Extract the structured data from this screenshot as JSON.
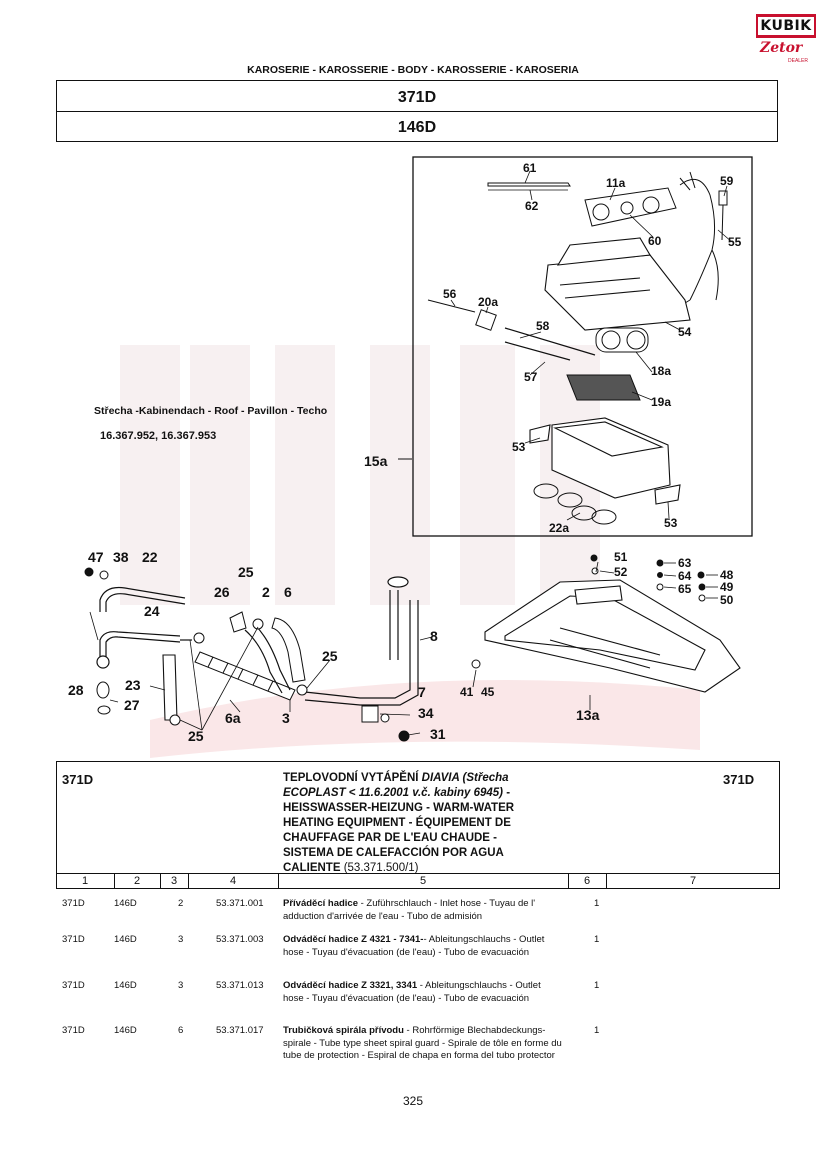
{
  "logo": {
    "brand": "KUBIK",
    "sub": "Zetor",
    "tag": "DEALER"
  },
  "header": {
    "category": "KAROSERIE - KAROSSERIE - BODY - KAROSSERIE - KAROSERIA",
    "group_code": "371D",
    "subgroup_code": "146D"
  },
  "diagram": {
    "roof_label": "Střecha -Kabinendach - Roof - Pavillon - Techo",
    "roof_numbers": "16.367.952, 16.367.953",
    "callouts": [
      "61",
      "62",
      "11a",
      "59",
      "60",
      "55",
      "56",
      "20a",
      "58",
      "54",
      "57",
      "18a",
      "19a",
      "53",
      "15a",
      "22a",
      "53",
      "47",
      "38",
      "22",
      "51",
      "52",
      "63",
      "64",
      "65",
      "48",
      "49",
      "50",
      "25",
      "26",
      "2",
      "6",
      "24",
      "8",
      "25",
      "28",
      "23",
      "27",
      "6a",
      "3",
      "7",
      "34",
      "31",
      "25",
      "41",
      "45",
      "13a"
    ]
  },
  "description": {
    "code_left": "371D",
    "code_right": "371D",
    "line1": "TEPLOVODNÍ VYTÁPĚNÍ",
    "line1_italic": "DIAVIA (Střecha",
    "line2": "ECOPLAST < 11.6.2001 v.č. kabiny 6945)",
    "line2_suffix": " -",
    "line3": "HEISSWASSER-HEIZUNG - WARM-WATER",
    "line4": "HEATING EQUIPMENT - ÉQUIPEMENT DE",
    "line5": "CHAUFFAGE PAR DE L'EAU CHAUDE -",
    "line6": "SISTEMA DE CALEFACCIÓN POR AGUA",
    "line7": "CALIENTE",
    "line7_ref": "(53.371.500/1)"
  },
  "columns": [
    "1",
    "2",
    "3",
    "4",
    "5",
    "6",
    "7"
  ],
  "rows": [
    {
      "group": "371D",
      "sub": "146D",
      "pos": "2",
      "part": "53.371.001",
      "name": "Příváděcí hadice",
      "desc": " - Zuführschlauch - Inlet hose - Tuyau de l' adduction d'arrivée de l'eau - Tubo de admisión",
      "qty": "1"
    },
    {
      "group": "371D",
      "sub": "146D",
      "pos": "3",
      "part": "53.371.003",
      "name": "Odváděcí hadice Z 4321 - 7341-",
      "desc": "- Ableitungschlauchs - Outlet hose - Tuyau d'évacuation (de l'eau) - Tubo de evacuación",
      "qty": "1"
    },
    {
      "group": "371D",
      "sub": "146D",
      "pos": "3",
      "part": "53.371.013",
      "name": "Odváděcí hadice Z 3321, 3341",
      "desc": " - Ableitungschlauchs - Outlet hose - Tuyau d'évacuation (de l'eau) - Tubo de evacuación",
      "qty": "1"
    },
    {
      "group": "371D",
      "sub": "146D",
      "pos": "6",
      "part": "53.371.017",
      "name": "Trubičková spirála přívodu",
      "desc": " - Rohrförmige Blechabdeckungs-spirale - Tube type sheet spiral guard - Spirale de tôle en forme du tube de protection - Espiral de chapa en forma del tubo protector",
      "qty": "1"
    }
  ],
  "page_number": "325",
  "colors": {
    "ink": "#111111",
    "brand": "#c8102e",
    "watermark": "#f3d9db"
  }
}
